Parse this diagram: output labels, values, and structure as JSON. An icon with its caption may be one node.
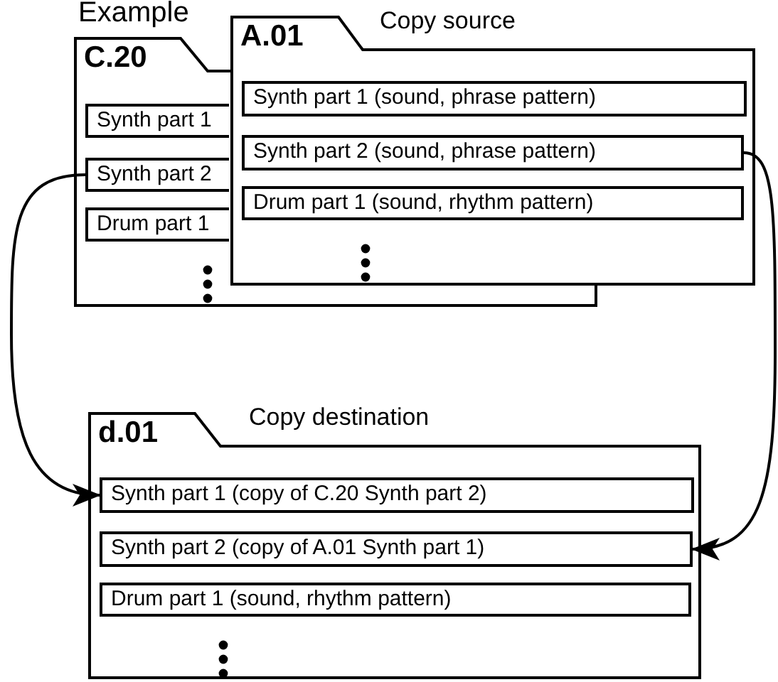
{
  "diagram": {
    "title": "Example",
    "nodes": [
      {
        "text": [
          "C.20"
        ]
      },
      {
        "text": [
          "Synth part 1"
        ],
        "in": 0
      },
      {
        "text": [
          "Synth part 2"
        ],
        "in": 0
      },
      {
        "text": [
          "Drum part 1"
        ],
        "in": 0
      },
      {
        "text": [
          "A.01",
          "Copy source"
        ]
      },
      {
        "text": [
          "Synth part 1 (sound, phrase pattern)"
        ],
        "in": 4
      },
      {
        "text": [
          "Synth part 2 (sound, phrase pattern)"
        ],
        "in": 4
      },
      {
        "text": [
          "Drum part 1 (sound, rhythm pattern)"
        ],
        "in": 4
      },
      {
        "text": [
          "d.01",
          "Copy destination"
        ]
      },
      {
        "text": [
          "Synth part 1 (copy of C.20 Synth part 2)"
        ],
        "in": 8
      },
      {
        "text": [
          "Synth part 2 (copy of A.01 Synth part 1)"
        ],
        "in": 8
      },
      {
        "text": [
          "Drum part 1 (sound, rhythm pattern)"
        ],
        "in": 8
      }
    ],
    "edges": [
      {
        "from": 2,
        "to": 9,
        "arrow": "to"
      },
      {
        "from": 6,
        "to": 10,
        "arrow": "to"
      }
    ]
  }
}
